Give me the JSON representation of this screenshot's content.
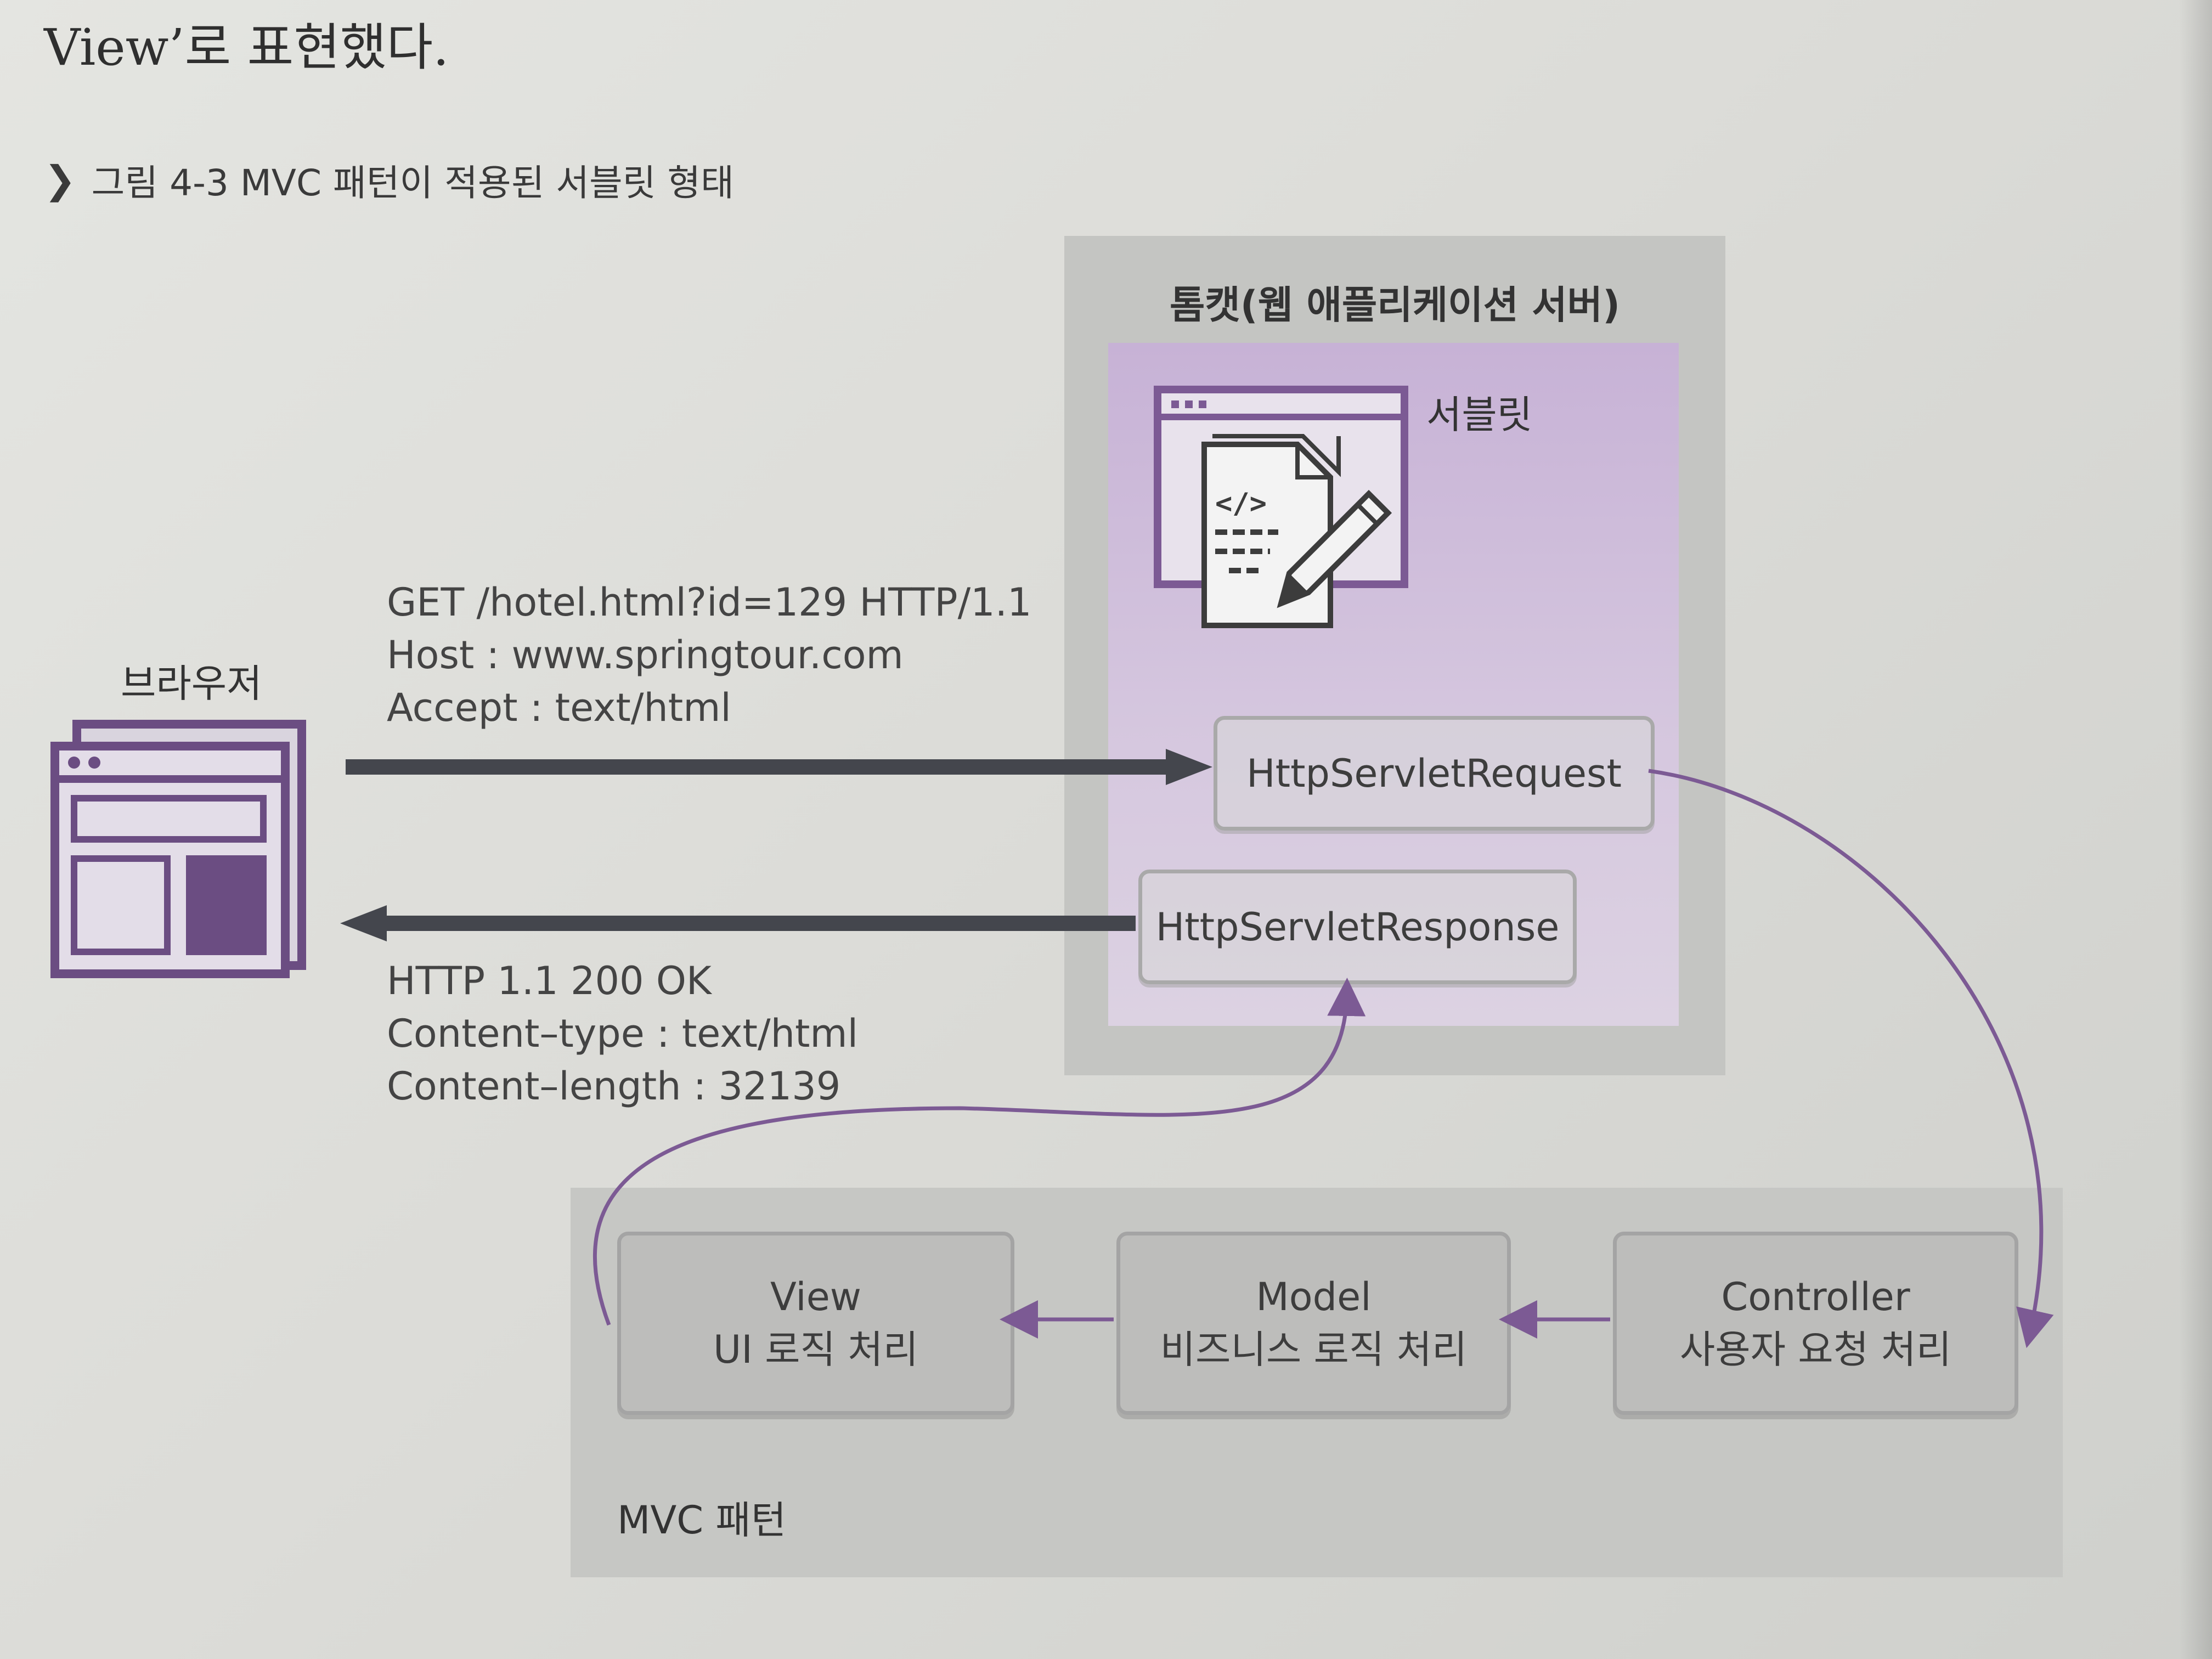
{
  "top_text": "View’로 표현했다.",
  "caption": "그림 4-3 MVC 패턴이 적용된 서블릿 형태",
  "tomcat_title": "톰캣(웹 애플리케이션 서버)",
  "servlet_label": "서블릿",
  "browser_label": "브라우저",
  "request_lines": [
    "GET /hotel.html?id=129 HTTP/1.1",
    "Host : www.springtour.com",
    "Accept : text/html"
  ],
  "response_lines": [
    "HTTP 1.1 200 OK",
    "Content–type : text/html",
    "Content–length : 32139"
  ],
  "http_servlet_request": "HttpServletRequest",
  "http_servlet_response": "HttpServletResponse",
  "mvc": {
    "label": "MVC 패턴",
    "view": {
      "title": "View",
      "desc": "UI 로직 처리"
    },
    "model": {
      "title": "Model",
      "desc": "비즈니스 로직 처리"
    },
    "controller": {
      "title": "Controller",
      "desc": "사용자 요청 처리"
    }
  },
  "colors": {
    "accent_purple": "#7c5a94",
    "arrow_dark": "#44464d"
  },
  "icons": [
    "chevron-down-icon",
    "browser-window-icon",
    "servlet-document-icon"
  ]
}
